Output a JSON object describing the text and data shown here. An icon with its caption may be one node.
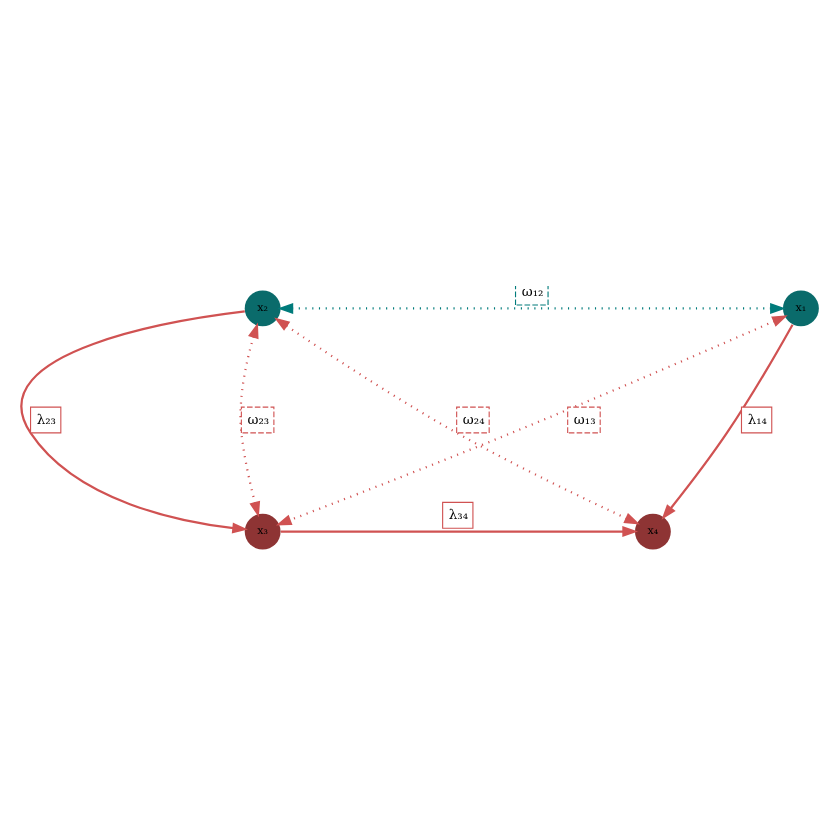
{
  "diagram": {
    "nodes": [
      {
        "text": [
          "x₁"
        ]
      },
      {
        "text": [
          "x₂"
        ]
      },
      {
        "text": [
          "x₃"
        ]
      },
      {
        "text": [
          "x₄"
        ]
      }
    ],
    "edges": [
      {
        "from": 0,
        "to": 1,
        "arrow": "both",
        "label": "ω₁₂",
        "style": "dashed",
        "color": "#007b7b"
      },
      {
        "from": 0,
        "to": 3,
        "arrow": "to",
        "label": "λ₁₄"
      },
      {
        "from": 1,
        "to": 2,
        "arrow": "to",
        "label": "λ₂₃"
      },
      {
        "from": 0,
        "to": 2,
        "arrow": "both",
        "label": "ω₁₃",
        "style": "dashed"
      },
      {
        "from": 1,
        "to": 2,
        "arrow": "both",
        "label": "ω₂₃",
        "style": "dashed"
      },
      {
        "from": 1,
        "to": 3,
        "arrow": "both",
        "label": "ω₂₄",
        "style": "dashed"
      },
      {
        "from": 2,
        "to": 3,
        "arrow": "to",
        "label": "λ₃₄"
      }
    ]
  }
}
